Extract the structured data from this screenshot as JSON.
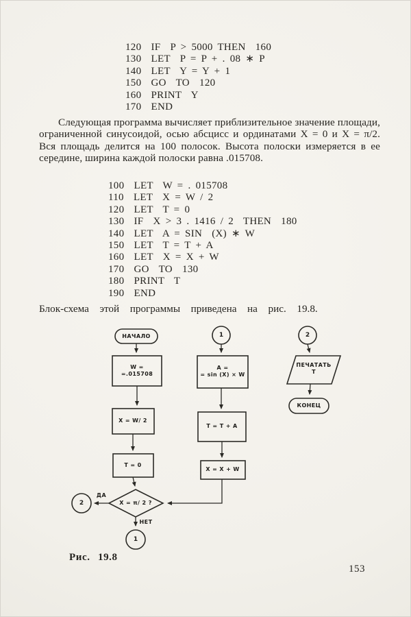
{
  "colors": {
    "paper": "#f5f3ee",
    "ink": "#262420",
    "line": "#2b2a26"
  },
  "code1": {
    "lines": [
      "120  IF  P > 5000 THEN  160",
      "130  LET  P = P + . 08 ∗ P",
      "140  LET  Y = Y + 1",
      "150  GO  TO  120",
      "160  PRINT  Y",
      "170  END"
    ]
  },
  "paragraph": "Следующая программа вычисляет приблизительное значение площади, ограниченной синусоидой, осью абсцисс и ординатами X = 0 и X = π/2. Вся площадь делится на 100 полосок. Высота полоски измеряется в ее середине, ширина каждой полоски равна .015708.",
  "code2": {
    "lines": [
      "100  LET  W = . 015708",
      "110  LET  X = W / 2",
      "120  LET  T = 0",
      "130  IF  X > 3 . 1416 / 2  THEN  180",
      "140  LET  A = SIN  (X) ∗ W",
      "150  LET  T = T + A",
      "160  LET  X = X + W",
      "170  GO  TO  130",
      "180  PRINT  T",
      "190  END"
    ]
  },
  "flowchart_intro": "Блок-схема  этой  программы  приведена  на  рис.  19.8.",
  "figure": {
    "caption": "Рис. 19.8",
    "nodes": {
      "start": "НАЧАЛО",
      "w_init": "W =\n=.015708",
      "x_init": "X = W/ 2",
      "t_init": "T = 0",
      "decision": "X = π/ 2 ?",
      "yes": "ДА",
      "no": "НЕТ",
      "conn_2_left": "2",
      "conn_1_bottom": "1",
      "conn_1_top": "1",
      "a_calc": "A =\n= sin (X) × W",
      "t_acc": "T = T + A",
      "x_inc": "X = X + W",
      "conn_2_top": "2",
      "print": "ПЕЧАТАТЬ\nТ",
      "end": "КОНЕЦ"
    }
  },
  "page_number": "153"
}
